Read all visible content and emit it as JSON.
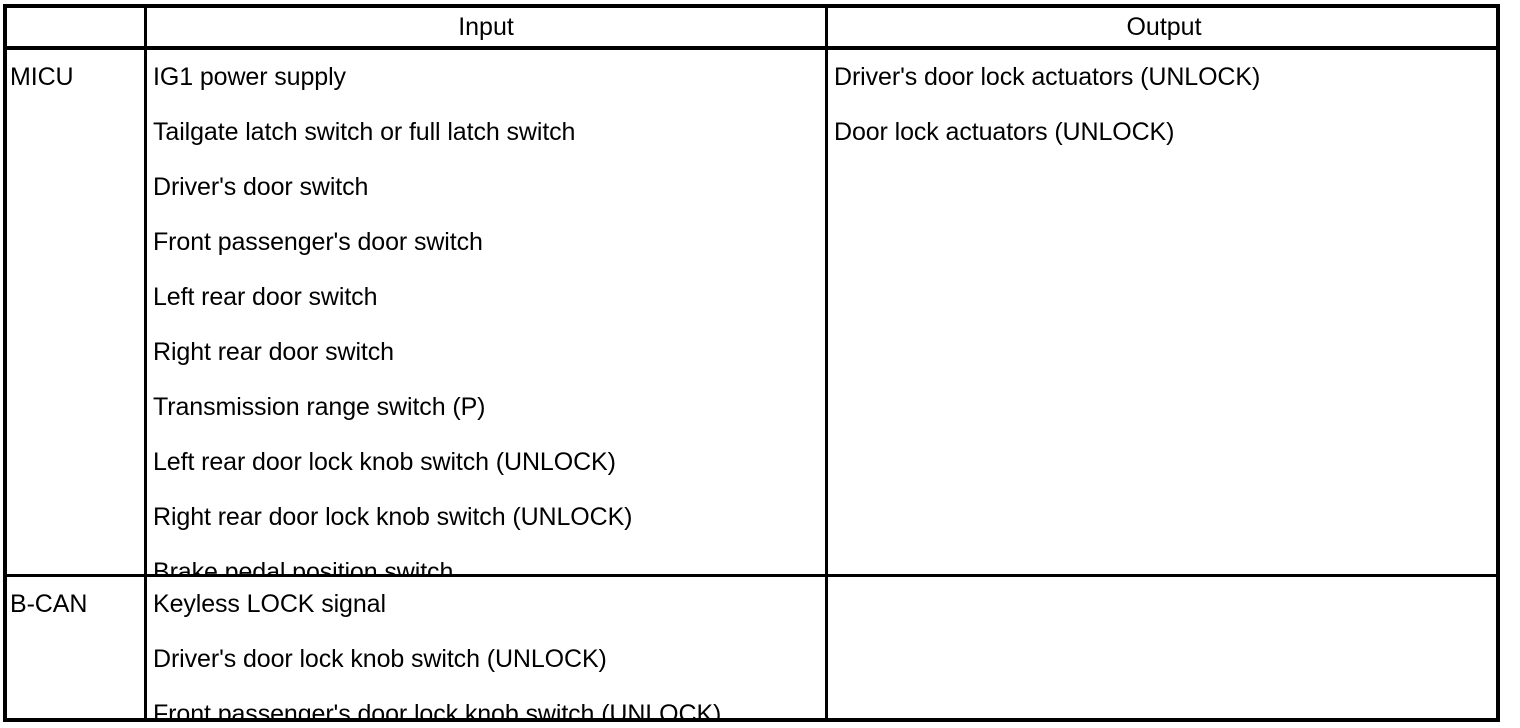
{
  "table": {
    "headers": {
      "module": "",
      "input": "Input",
      "output": "Output"
    },
    "rows": [
      {
        "module": "MICU",
        "inputs": [
          "IG1 power supply",
          "Tailgate latch switch or full latch switch",
          "Driver's door switch",
          "Front passenger's door switch",
          "Left rear door switch",
          "Right rear door switch",
          "Transmission range switch (P)",
          "Left rear door lock knob switch (UNLOCK)",
          "Right rear door lock knob switch (UNLOCK)",
          "Brake pedal position switch"
        ],
        "outputs": [
          "Driver's door lock actuators (UNLOCK)",
          "Door lock actuators (UNLOCK)"
        ]
      },
      {
        "module": "B-CAN",
        "inputs": [
          "Keyless LOCK signal",
          "Driver's door lock knob switch (UNLOCK)",
          "Front passenger's door lock knob switch (UNLOCK)"
        ],
        "outputs": []
      }
    ]
  },
  "colors": {
    "border": "#000000",
    "text": "#000000",
    "background": "#ffffff"
  }
}
